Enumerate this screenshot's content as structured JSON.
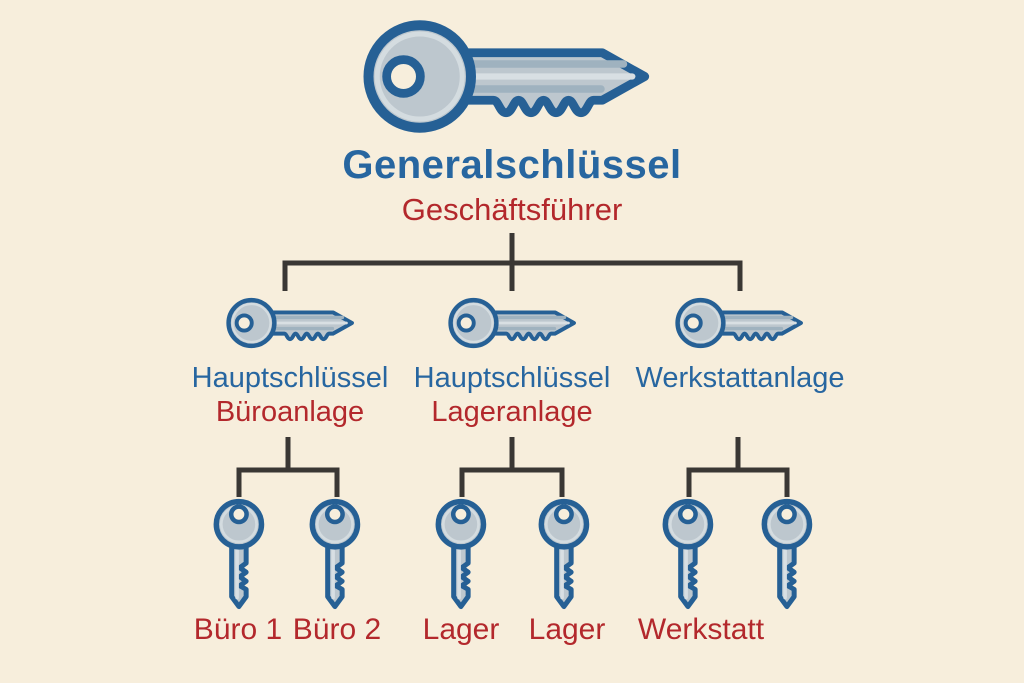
{
  "diagram": {
    "root": {
      "key_label": "Generalschlüssel",
      "owner_label": "Geschäftsführer"
    },
    "branches": [
      {
        "title": "Hauptschlüssel",
        "subtitle": "Büroanlage"
      },
      {
        "title": "Hauptschlüssel",
        "subtitle": "Lageranlage"
      },
      {
        "title": "Werkstattanlage",
        "subtitle": ""
      }
    ],
    "leaf_labels": [
      "Büro 1",
      "Büro 2",
      "Lager",
      "Lager",
      "Werkstatt"
    ]
  },
  "icons": {
    "master-key-icon": "large horizontal key",
    "branch-key-icon": "medium horizontal key",
    "leaf-key-icon": "small vertical key"
  },
  "palette": {
    "background": "#f7eedc",
    "text_blue": "#2766a0",
    "text_red": "#b3282c",
    "key_outline_blue": "#266095",
    "key_fill": "#bdc7ce",
    "key_highlight": "#d8dfe3",
    "key_groove": "#9fb2bf",
    "connector_line": "#3a3734"
  }
}
